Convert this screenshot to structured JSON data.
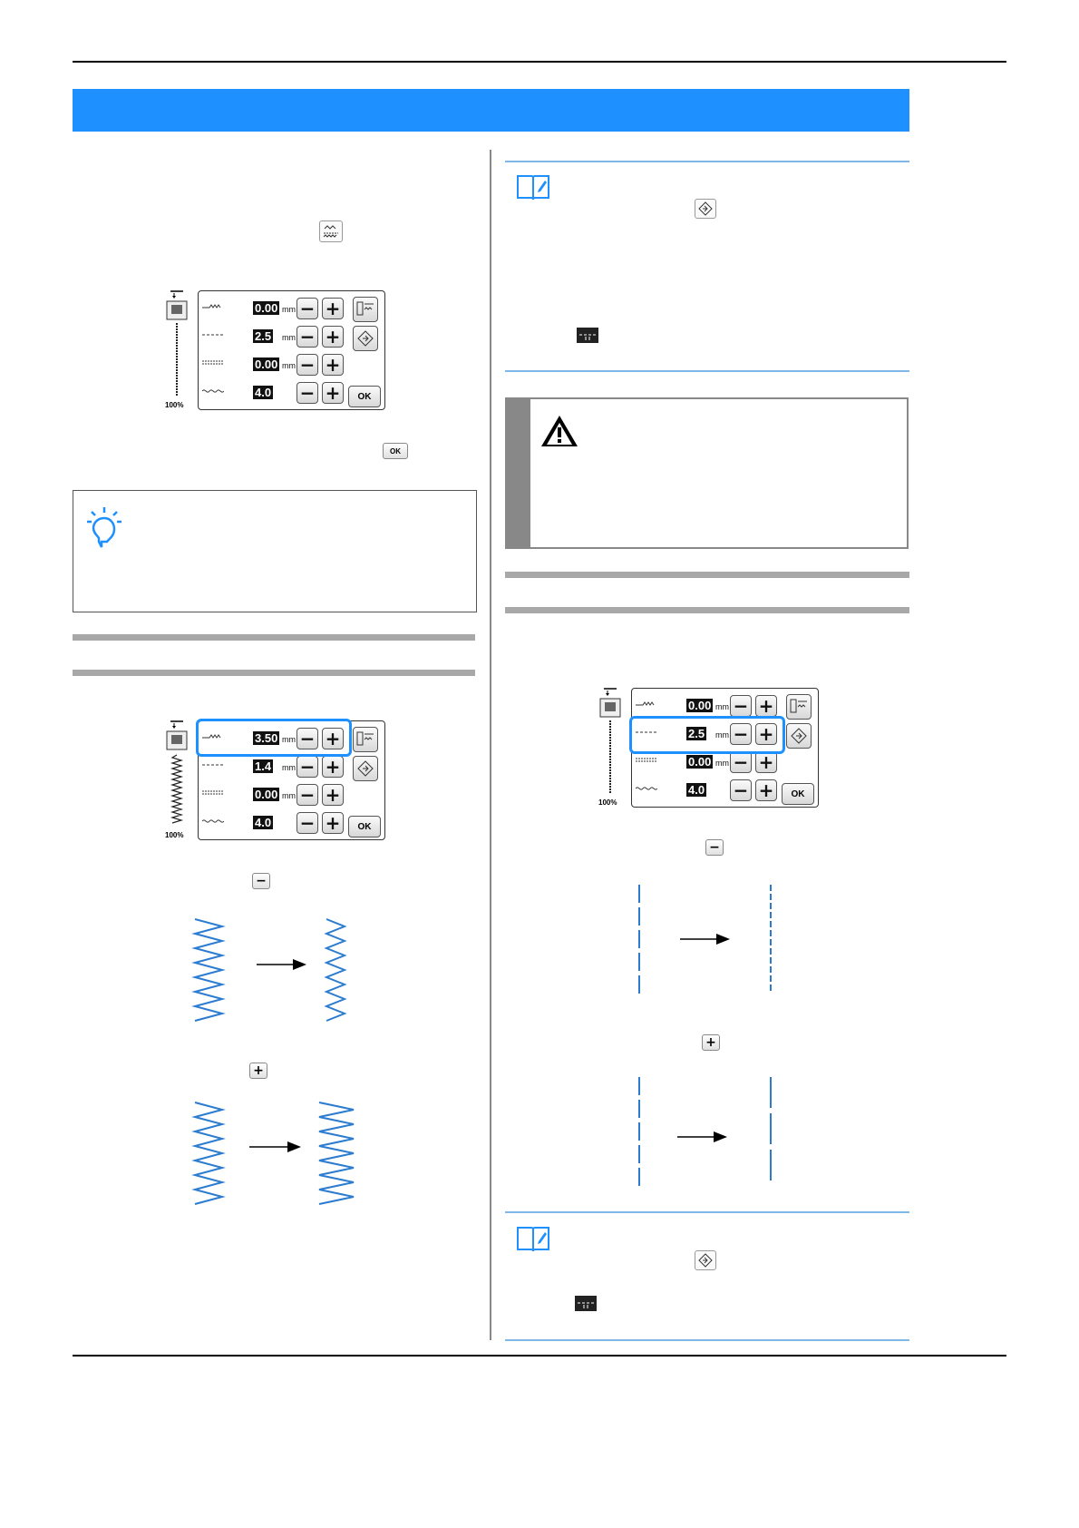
{
  "panels": {
    "top_left": {
      "r1_value": "0.00",
      "r1_unit": "mm",
      "r2_value": "2.5",
      "r2_unit": "mm",
      "r3_value": "0.00",
      "r3_unit": "mm",
      "r4_value": "4.0",
      "ok_label": "OK",
      "percent": "100%"
    },
    "mid_left": {
      "r1_value": "3.50",
      "r1_unit": "mm",
      "r2_value": "1.4",
      "r2_unit": "mm",
      "r3_value": "0.00",
      "r3_unit": "mm",
      "r4_value": "4.0",
      "ok_label": "OK",
      "percent": "100%"
    },
    "right": {
      "r1_value": "0.00",
      "r1_unit": "mm",
      "r2_value": "2.5",
      "r2_unit": "mm",
      "r3_value": "0.00",
      "r3_unit": "mm",
      "r4_value": "4.0",
      "ok_label": "OK",
      "percent": "100%"
    }
  },
  "buttons": {
    "minus": "−",
    "plus": "+",
    "ok": "OK"
  },
  "colors": {
    "banner": "#1e90ff",
    "highlight": "#1e90ff",
    "stitch": "#2b7bd0"
  },
  "icons": [
    "memo-book-icon",
    "tip-bulb-icon",
    "warning-triangle-icon",
    "stitch-setting-icon",
    "reset-icon",
    "needle-foot-icon"
  ]
}
